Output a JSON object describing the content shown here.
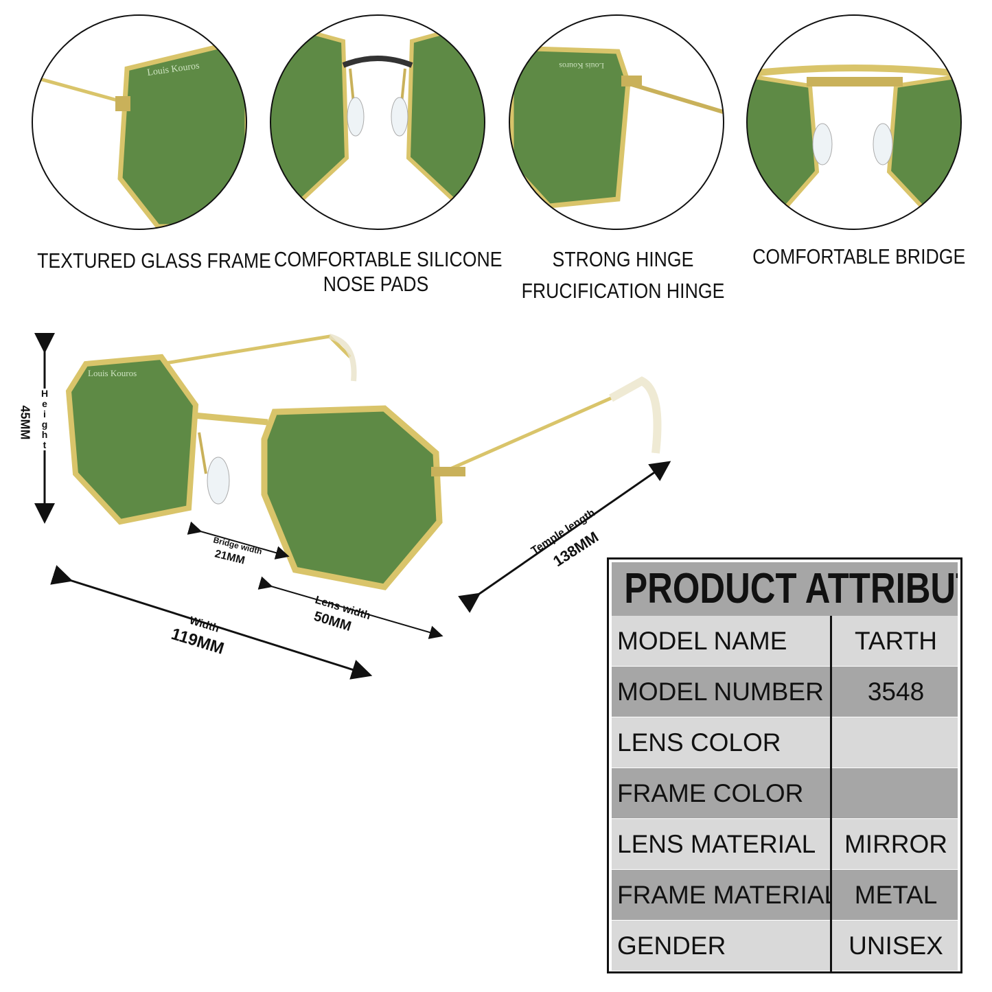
{
  "details": {
    "captions": [
      {
        "line1": "TEXTURED GLASS FRAME",
        "line2": ""
      },
      {
        "line1": "COMFORTABLE SILICONE",
        "line2": "NOSE PADS"
      },
      {
        "line1": "STRONG HINGE",
        "line2": "FRUCIFICATION HINGE"
      },
      {
        "line1": "COMFORTABLE BRIDGE",
        "line2": ""
      }
    ],
    "brand_mark": "Louis Kouros"
  },
  "dimensions": {
    "height_label": "Height",
    "height_value": "45MM",
    "bridge_label": "Bridge width",
    "bridge_value": "21MM",
    "width_label": "Width",
    "width_value": "119MM",
    "lens_label": "Lens width",
    "lens_value": "50MM",
    "temple_label": "Temple length",
    "temple_value": "138MM"
  },
  "attributes": {
    "title": "PRODUCT ATTRIBUTES",
    "rows": [
      {
        "key": "MODEL NAME",
        "value": "TARTH"
      },
      {
        "key": "MODEL NUMBER",
        "value": "3548"
      },
      {
        "key": "LENS COLOR",
        "value": ""
      },
      {
        "key": "FRAME COLOR",
        "value": ""
      },
      {
        "key": "LENS MATERIAL",
        "value": "MIRROR"
      },
      {
        "key": "FRAME MATERIAL",
        "value": "METAL"
      },
      {
        "key": "GENDER",
        "value": "UNISEX"
      }
    ]
  },
  "colors": {
    "lens_green": "#5e8a45",
    "frame_gold": "#d9c46a",
    "row_light": "#d9d9d9",
    "row_dark": "#a6a6a6"
  }
}
